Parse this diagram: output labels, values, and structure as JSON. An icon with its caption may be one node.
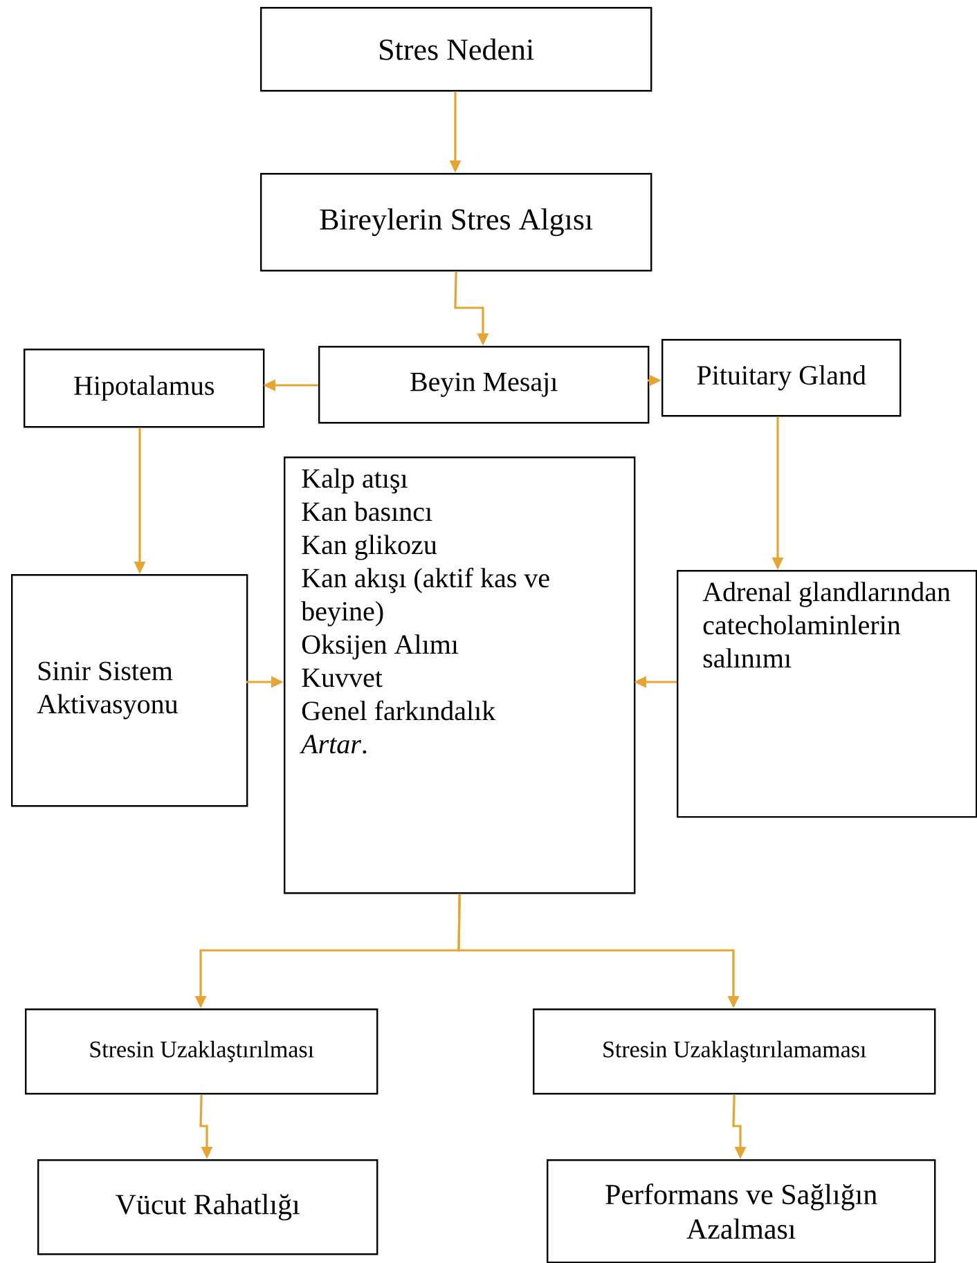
{
  "diagram": {
    "nodes": [
      {
        "text": [
          "Stres Nedeni"
        ]
      },
      {
        "text": [
          "Bireylerin Stres Algısı"
        ]
      },
      {
        "text": [
          "Beyin Mesajı"
        ]
      },
      {
        "text": [
          "Hipotalamus"
        ]
      },
      {
        "text": [
          "Pituitary Gland"
        ]
      },
      {
        "text": [
          "Sinir Sistem Aktivasyonu"
        ]
      },
      {
        "text": [
          "Kalp atışı",
          "Kan basıncı",
          "Kan glikozu",
          "Kan akışı (aktif kas ve beyine)",
          "Oksijen Alımı",
          "Kuvvet",
          "Genel farkındalık",
          "*Artar*."
        ]
      },
      {
        "text": [
          "Adrenal glandlarından catecholaminlerin salınımı"
        ]
      },
      {
        "text": [
          "Stresin Uzaklaştırılması"
        ]
      },
      {
        "text": [
          "Stresin Uzaklaştırılamaması"
        ]
      },
      {
        "text": [
          "Vücut Rahatlığı"
        ]
      },
      {
        "text": [
          "Performans ve Sağlığın Azalması"
        ]
      }
    ],
    "edges": [
      {
        "from": 0,
        "to": 1,
        "arrow": "to"
      },
      {
        "from": 1,
        "to": 2,
        "arrow": "to"
      },
      {
        "from": 2,
        "to": 3,
        "arrow": "to"
      },
      {
        "from": 2,
        "to": 4,
        "arrow": "to"
      },
      {
        "from": 3,
        "to": 5,
        "arrow": "to"
      },
      {
        "from": 4,
        "to": 7,
        "arrow": "to"
      },
      {
        "from": 5,
        "to": 6,
        "arrow": "to"
      },
      {
        "from": 7,
        "to": 6,
        "arrow": "to"
      },
      {
        "from": 6,
        "to": 8,
        "arrow": "to"
      },
      {
        "from": 6,
        "to": 9,
        "arrow": "to"
      },
      {
        "from": 8,
        "to": 10,
        "arrow": "to"
      },
      {
        "from": 9,
        "to": 11,
        "arrow": "to"
      }
    ]
  }
}
